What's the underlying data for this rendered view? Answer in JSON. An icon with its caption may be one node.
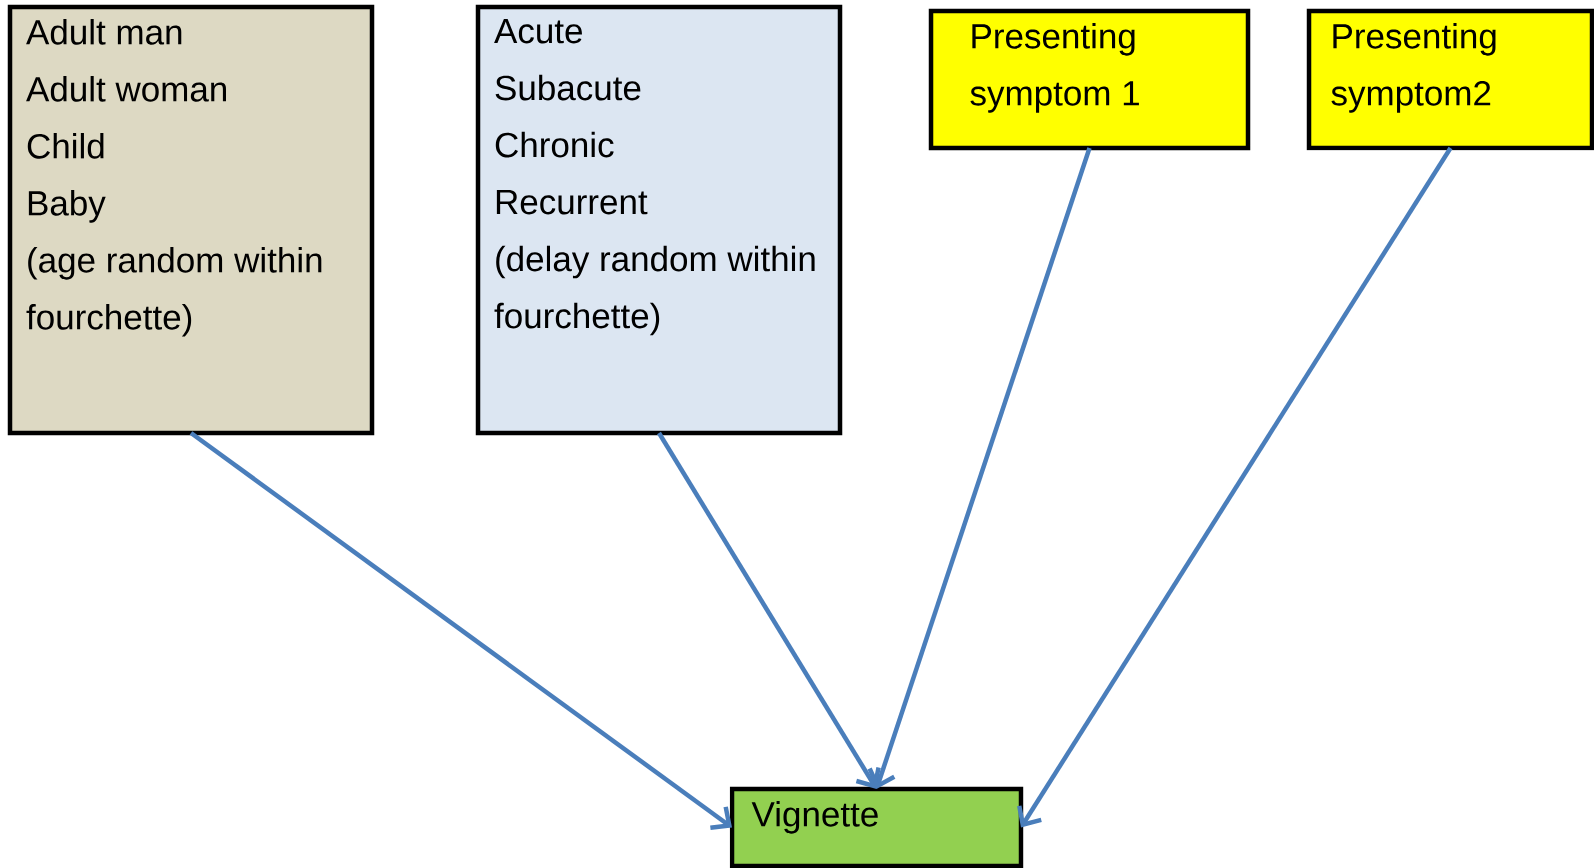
{
  "diagram": {
    "nodes": [
      {
        "text": [
          "Adult man",
          "Adult woman",
          "Child",
          "Baby",
          "(age random within fourchette)"
        ]
      },
      {
        "text": [
          "Acute",
          "Subacute",
          "Chronic",
          "Recurrent",
          "(delay random within fourchette)"
        ]
      },
      {
        "text": [
          "Presenting symptom 1"
        ]
      },
      {
        "text": [
          "Presenting symptom2"
        ]
      },
      {
        "text": [
          "Vignette"
        ]
      }
    ],
    "edges": [
      {
        "from": 0,
        "to": 4,
        "arrow": "to"
      },
      {
        "from": 1,
        "to": 4,
        "arrow": "to"
      },
      {
        "from": 2,
        "to": 4,
        "arrow": "to"
      },
      {
        "from": 3,
        "to": 4,
        "arrow": "to"
      }
    ]
  }
}
